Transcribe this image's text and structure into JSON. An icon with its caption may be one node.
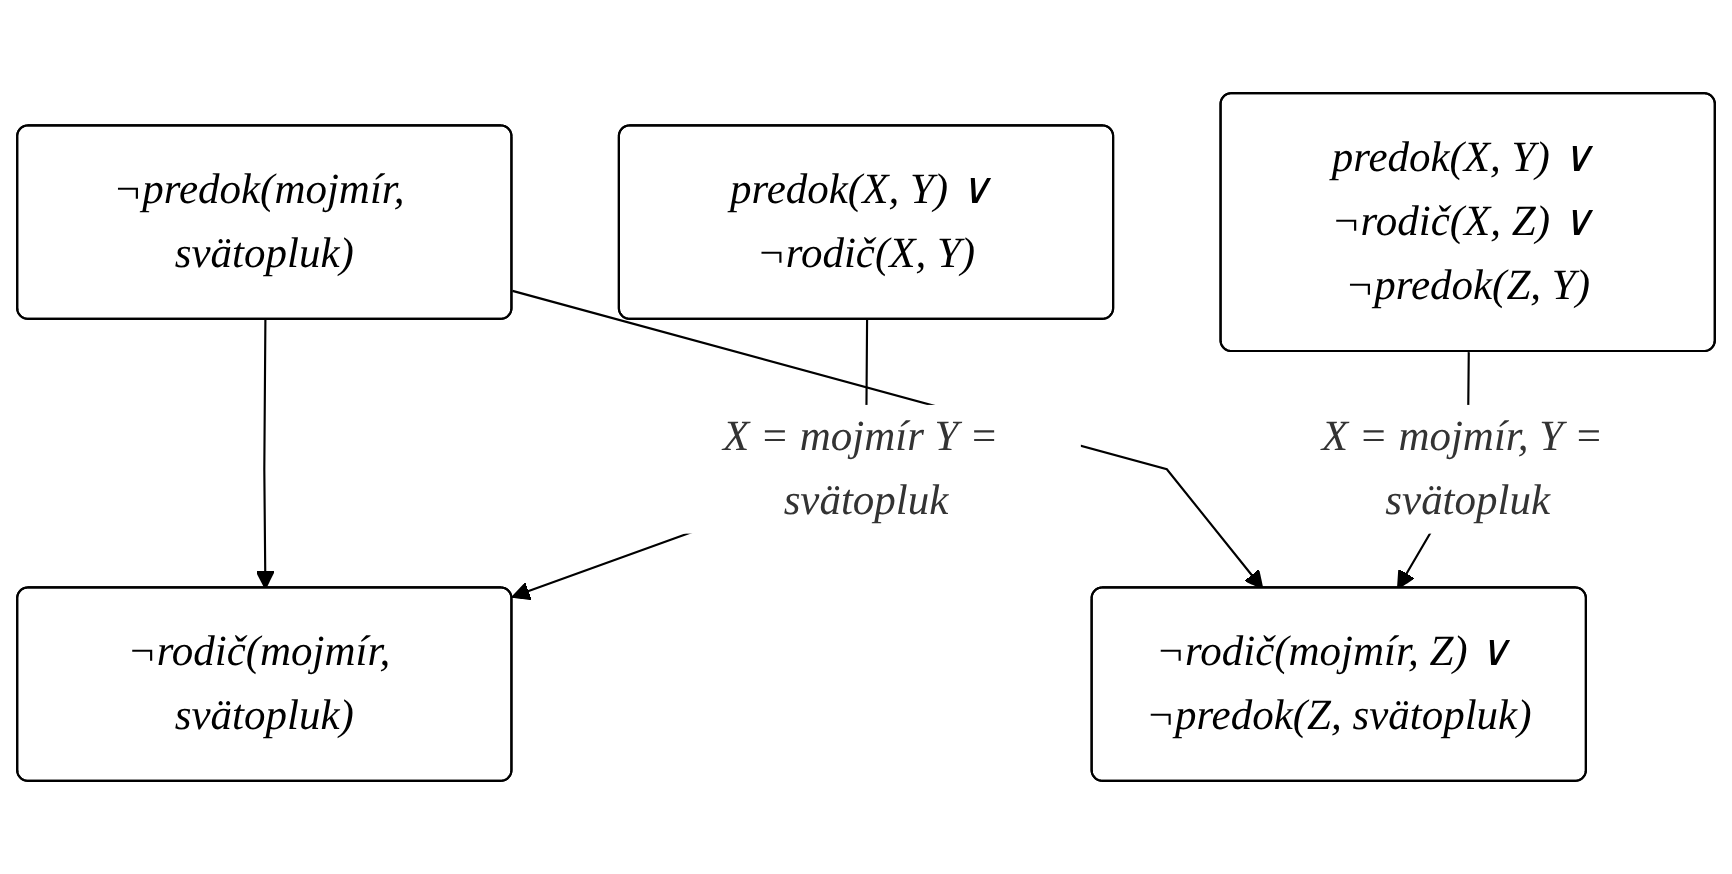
{
  "diagram": {
    "nodes": [
      {
        "text": [
          "¬predok(mojmír, svätopluk)"
        ]
      },
      {
        "text": [
          "predok(X, Y) ∨ ¬rodič(X, Y)"
        ]
      },
      {
        "text": [
          "¬rodič(mojmír, svätopluk)"
        ]
      },
      {
        "text": [
          "predok(X, Y) ∨ ¬rodič(X, Z) ∨ ¬predok(Z, Y)"
        ]
      },
      {
        "text": [
          "¬rodič(mojmír, Z) ∨ ¬predok(Z, svätopluk)"
        ]
      }
    ],
    "edges": [
      {
        "from": 0,
        "to": 2,
        "arrow": "to"
      },
      {
        "from": 1,
        "to": 2,
        "arrow": "to",
        "label": "X = mojmír Y = svätopluk"
      },
      {
        "from": 0,
        "to": 4,
        "arrow": "to"
      },
      {
        "from": 3,
        "to": 4,
        "arrow": "to",
        "label": "X = mojmír, Y = svätopluk"
      }
    ]
  }
}
